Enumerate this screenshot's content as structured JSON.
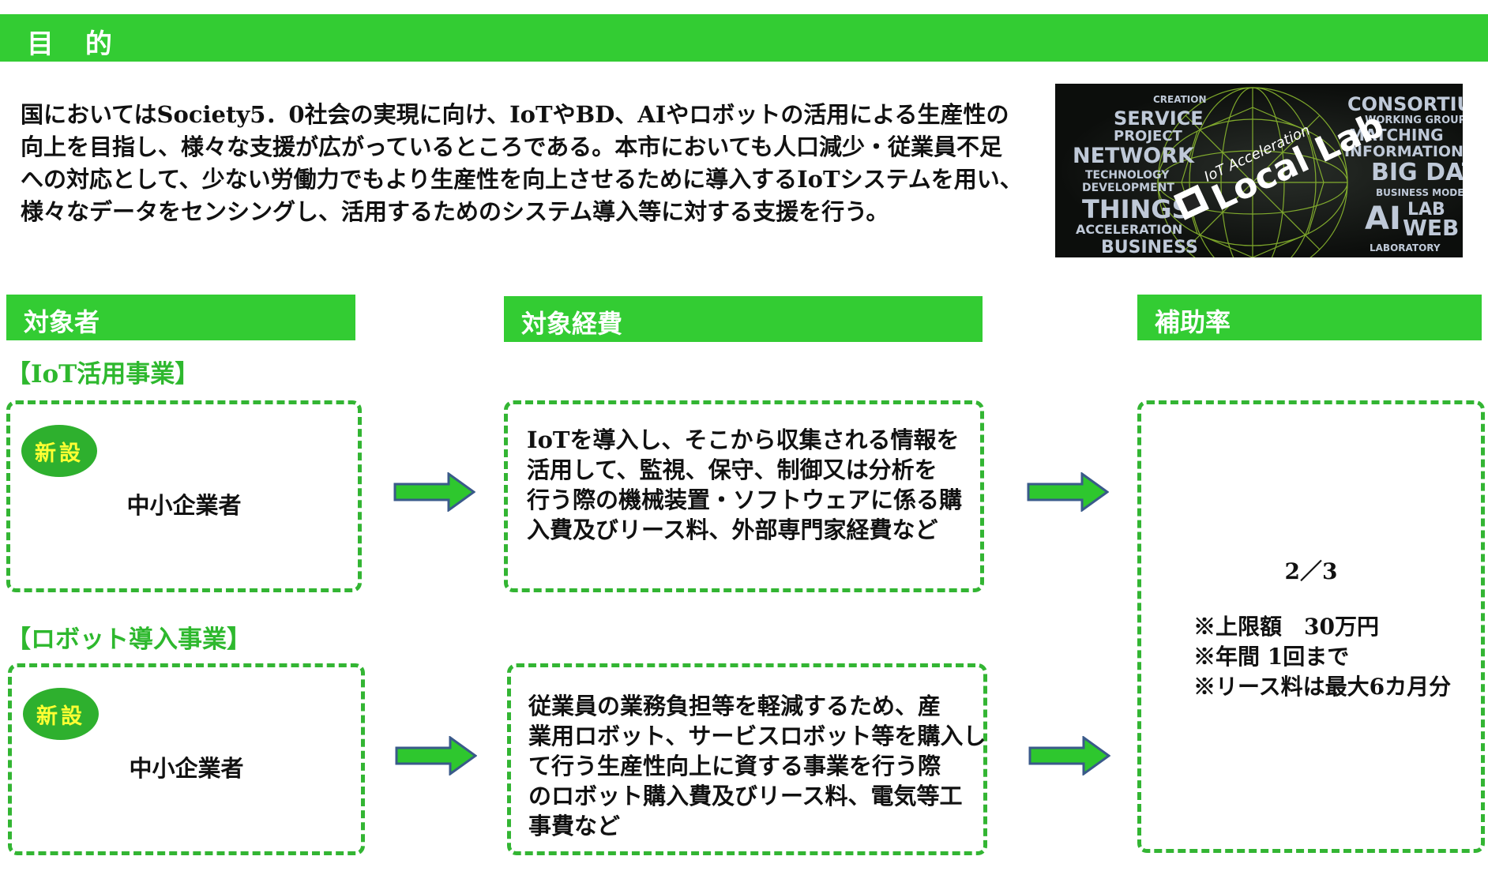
{
  "title": "目 的",
  "purpose_lines": [
    "国においてはSociety5．0社会の実現に向け、IoTやBD、AIやロボットの活用による生産性の",
    "向上を目指し、様々な支援が広がっているところである。本市においても人口減少・従業員不足",
    "への対応として、少ない労働力でもより生産性を向上させるために導入するIoTシステムを用い、",
    "様々なデータをセンシングし、活用するためのシステム導入等に対する支援を行う。"
  ],
  "logo": {
    "words": [
      "CREATION",
      "SERVICE",
      "PROJECT",
      "NETWORK",
      "TECHNOLOGY",
      "DEVELOPMENT",
      "THINGS",
      "ACCELERATION",
      "BUSINESS",
      "CONSORTIUM",
      "WORKING GROUP",
      "MATCHING",
      "INFORMATION",
      "BIG DATA",
      "BUSINESS MODEL",
      "AI",
      "LAB",
      "WEB",
      "LABORATORY"
    ],
    "brand_small": "IoT Acceleration",
    "brand_large": "Local Lab"
  },
  "headers": {
    "target": "対象者",
    "cost": "対象経費",
    "rate": "補助率"
  },
  "iot": {
    "category": "【IoT活用事業】",
    "badge": "新設",
    "target": "中小企業者",
    "cost_lines": [
      "IoTを導入し、そこから収集される情報を",
      "活用して、監視、保守、制御又は分析を",
      "行う際の機械装置・ソフトウェアに係る購",
      "入費及びリース料、外部専門家経費など"
    ]
  },
  "robot": {
    "category": "【ロボット導入事業】",
    "badge": "新設",
    "target": "中小企業者",
    "cost_lines": [
      "従業員の業務負担等を軽減するため、産",
      "業用ロボット、サービスロボット等を購入し",
      "て行う生産性向上に資する事業を行う際",
      "のロボット購入費及びリース料、電気等工",
      "事費など"
    ]
  },
  "rate": {
    "ratio": "2／3",
    "notes": [
      "※上限額　30万円",
      "※年間 1回まで",
      "※リース料は最大6カ月分"
    ]
  },
  "colors": {
    "accent_green": "#33cc33",
    "badge_text": "#ffff33",
    "category_text": "#2eb82e"
  }
}
